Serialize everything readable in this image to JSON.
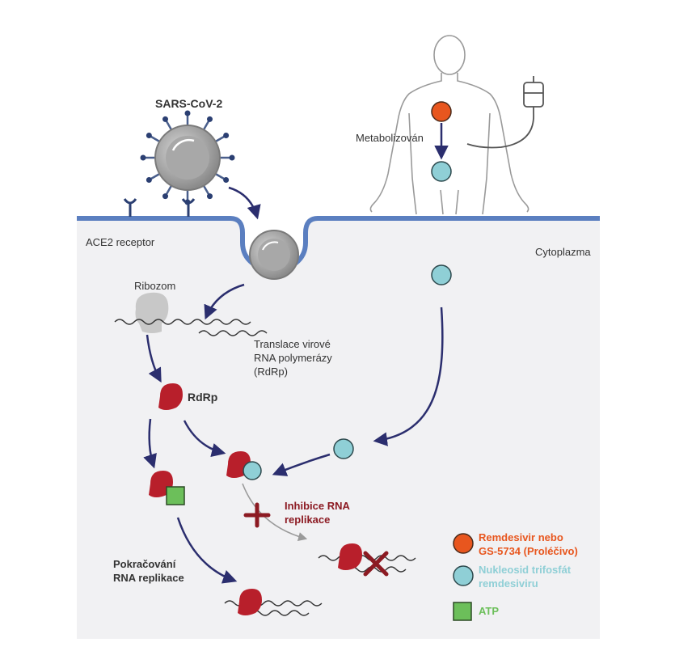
{
  "labels": {
    "virus": "SARS-CoV-2",
    "receptor": "ACE2 receptor",
    "metabolized": "Metabolizován",
    "cytoplasm": "Cytoplazma",
    "ribosome": "Ribozom",
    "translation": [
      "Translace virové",
      "RNA polymerázy",
      "(RdRp)"
    ],
    "rdrp": "RdRp",
    "inhibition": [
      "Inhibice RNA",
      "replikace"
    ],
    "continuation": [
      "Pokračování",
      "RNA replikace"
    ]
  },
  "legend": [
    {
      "label": [
        "Remdesivir nebo",
        "GS-5734 (Proléčivo)"
      ],
      "color": "#e8561e",
      "icon": "orange-circle-icon"
    },
    {
      "label": [
        "Nukleosid trifosfát",
        "remdesiviru"
      ],
      "color": "#8fcfd6",
      "icon": "teal-circle-icon"
    },
    {
      "label": [
        "ATP"
      ],
      "color": "#6cbf5a",
      "icon": "green-square-icon"
    }
  ],
  "colors": {
    "membrane": "#5b7fc0",
    "arrow": "#2b2e6e",
    "rdrp": "#b81f2b",
    "inhibition": "#8c1a22",
    "cytoplasm": "#f1f1f3"
  }
}
